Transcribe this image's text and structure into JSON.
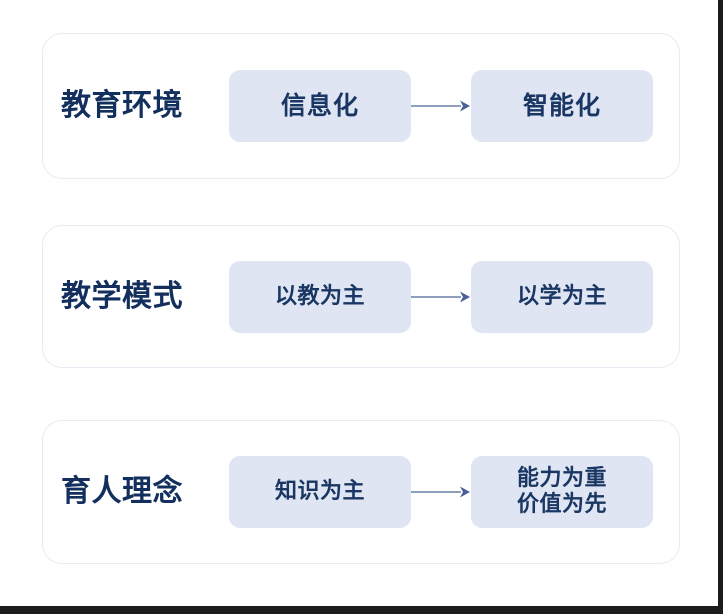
{
  "page": {
    "background_color": "#ffffff",
    "edge_color": "#1c1c1c"
  },
  "theme": {
    "label_color": "#132f5e",
    "chip_bg": "#dfe5f2",
    "chip_text_color": "#1a3663",
    "card_border_color": "#e9ebf4",
    "card_bg": "#ffffff",
    "arrow_color": "#6b7ea8"
  },
  "rows": [
    {
      "label": "教育环境",
      "from": {
        "lines": [
          "信息化"
        ]
      },
      "arrow": "arrow-right-icon",
      "to": {
        "lines": [
          "智能化"
        ]
      }
    },
    {
      "label": "教学模式",
      "from": {
        "lines": [
          "以教为主"
        ]
      },
      "arrow": "arrow-right-icon",
      "to": {
        "lines": [
          "以学为主"
        ]
      }
    },
    {
      "label": "育人理念",
      "from": {
        "lines": [
          "知识为主"
        ]
      },
      "arrow": "arrow-right-icon",
      "to": {
        "lines": [
          "能力为重",
          "价值为先"
        ]
      }
    }
  ]
}
